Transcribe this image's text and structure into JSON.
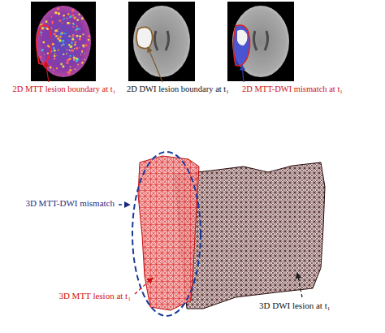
{
  "diagram": {
    "labels": [
      "2D MTT lesion boundary at t₁",
      "2D DWI lesion boundary at t₁",
      "2D MTT-DWI mismatch at t₁",
      "3D MTT-DWI mismatch",
      "3D MTT lesion at t₁",
      "3D DWI lesion at t₁"
    ]
  }
}
